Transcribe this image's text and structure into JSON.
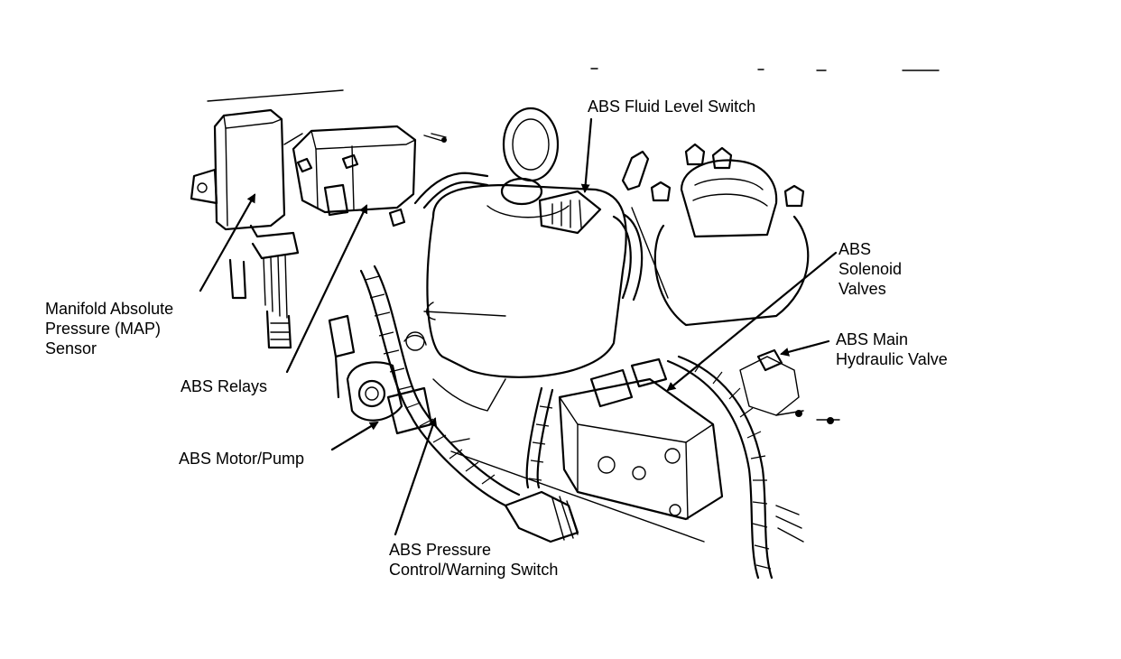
{
  "labels": {
    "fluid_level_switch": "ABS Fluid Level Switch",
    "solenoid_valves": [
      "ABS",
      "Solenoid",
      "Valves"
    ],
    "main_hydraulic_valve": [
      "ABS Main",
      "Hydraulic Valve"
    ],
    "map_sensor": [
      "Manifold Absolute",
      "Pressure (MAP)",
      "Sensor"
    ],
    "relays": "ABS Relays",
    "motor_pump": "ABS Motor/Pump",
    "pressure_switch": [
      "ABS Pressure",
      "Control/Warning Switch"
    ]
  }
}
